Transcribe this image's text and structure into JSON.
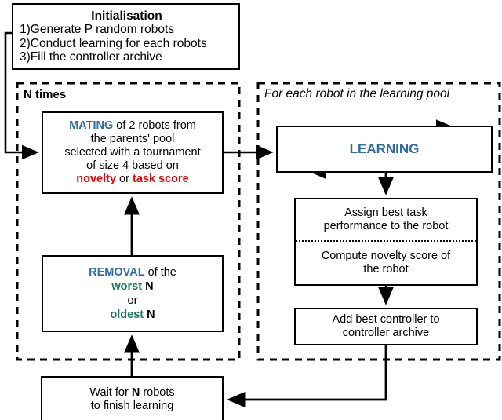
{
  "diagram": {
    "title": "Evolutionary learning loop flowchart",
    "colors": {
      "keyword_blue": "#2e6da4",
      "keyword_red": "#ee0000",
      "keyword_green": "#19795e",
      "line": "#000000",
      "background": "#ffffff"
    }
  },
  "init": {
    "title": "Initialisation",
    "steps": [
      "1)Generate P random robots",
      "2)Conduct learning for each robots",
      "3)Fill the controller archive"
    ]
  },
  "panels": {
    "left_label": "N times",
    "right_label": "For each robot in the learning pool"
  },
  "mating": {
    "keyword": "MATING",
    "line1_rest": " of 2 robots from",
    "line2": "the parents' pool",
    "line3": "selected with a tournament",
    "line4": "of size 4 based on",
    "metric_a": "novelty",
    "metric_join": " or ",
    "metric_b": "task score"
  },
  "removal": {
    "keyword": "REMOVAL",
    "line1_rest": " of the",
    "option_a": "worst",
    "option_a_suffix": " N",
    "join": "or",
    "option_b": "oldest",
    "option_b_suffix": " N"
  },
  "learning": {
    "label": "LEARNING"
  },
  "assign": {
    "top_line1": "Assign best task",
    "top_line2": "performance to the robot",
    "bottom_line1": "Compute novelty score of",
    "bottom_line2": "the robot"
  },
  "archive": {
    "line1": "Add best controller to",
    "line2": "controller archive"
  },
  "wait": {
    "line1_a": "Wait for ",
    "line1_b": "N",
    "line1_c": " robots",
    "line2": "to finish learning"
  }
}
